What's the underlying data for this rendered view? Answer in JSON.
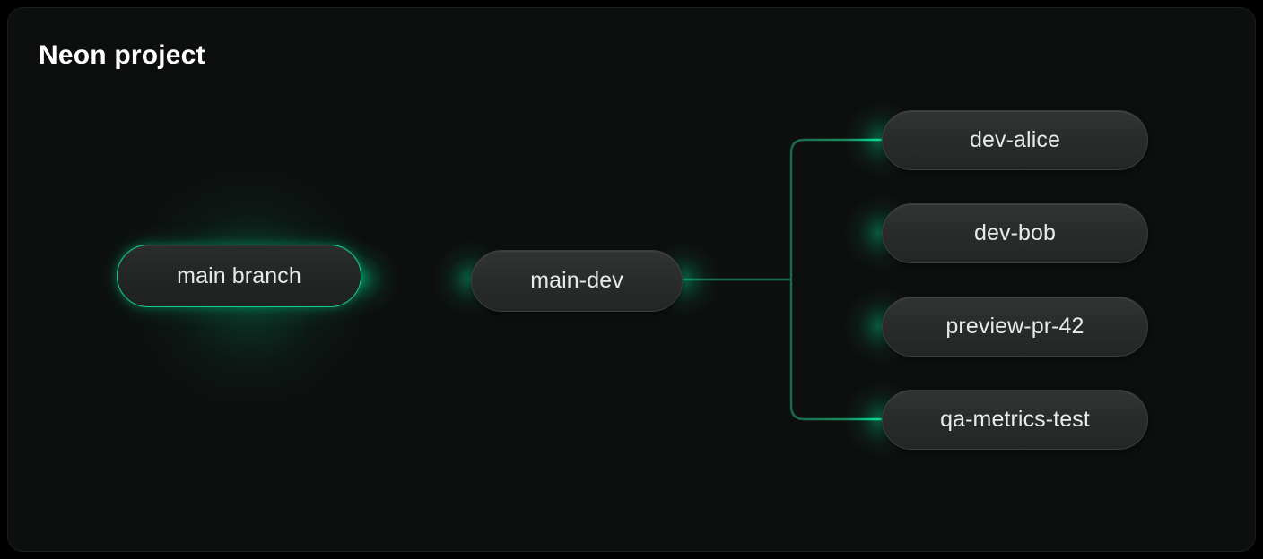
{
  "card": {
    "title": "Neon project"
  },
  "diagram": {
    "type": "branch-tree",
    "root": {
      "id": "main",
      "label": "main branch",
      "highlighted": true
    },
    "intermediate": {
      "id": "main-dev",
      "label": "main-dev",
      "highlighted": false
    },
    "children": [
      {
        "id": "dev-alice",
        "label": "dev-alice"
      },
      {
        "id": "dev-bob",
        "label": "dev-bob"
      },
      {
        "id": "preview-pr-42",
        "label": "preview-pr-42"
      },
      {
        "id": "qa-metrics-test",
        "label": "qa-metrics-test"
      }
    ]
  },
  "colors": {
    "page_background": "#000000",
    "card_background": "#0d0f0f",
    "card_border": "#1c1f1f",
    "accent_green": "#00e599",
    "wire_green": "#1a6b4a",
    "node_fill": "#2a2c2c",
    "node_border": "#3b3e3e",
    "title_text": "#ffffff",
    "node_text": "#e8eaea"
  }
}
